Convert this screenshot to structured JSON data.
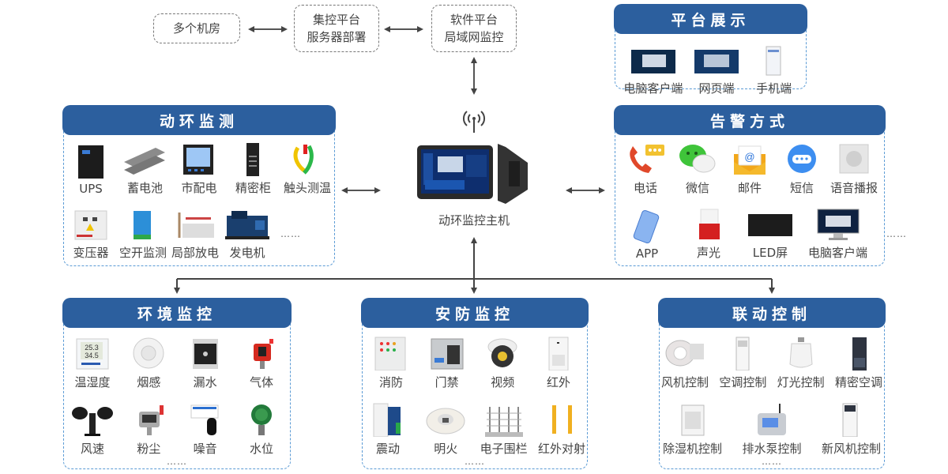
{
  "top_flow": {
    "node1": [
      "多个机房"
    ],
    "node2": [
      "集控平台",
      "服务器部署"
    ],
    "node3": [
      "软件平台",
      "局域网监控"
    ]
  },
  "host": {
    "label": "动环监控主机",
    "icon": "wireless-signal-icon"
  },
  "panels": {
    "platform": {
      "title": "平台展示",
      "items": [
        {
          "label": "电脑客户端",
          "icon": "desktop-dashboard-icon"
        },
        {
          "label": "网页端",
          "icon": "web-dashboard-icon"
        },
        {
          "label": "手机端",
          "icon": "mobile-phone-icon"
        }
      ]
    },
    "dynamic": {
      "title": "动环监测",
      "rows": [
        [
          {
            "label": "UPS",
            "icon": "ups-icon"
          },
          {
            "label": "蓄电池",
            "icon": "battery-icon"
          },
          {
            "label": "市配电",
            "icon": "power-meter-icon"
          },
          {
            "label": "精密柜",
            "icon": "precision-cabinet-icon"
          },
          {
            "label": "触头测温",
            "icon": "contact-temperature-icon"
          }
        ],
        [
          {
            "label": "变压器",
            "icon": "transformer-icon"
          },
          {
            "label": "空开监测",
            "icon": "breaker-module-icon"
          },
          {
            "label": "局部放电",
            "icon": "partial-discharge-icon"
          },
          {
            "label": "发电机",
            "icon": "generator-icon"
          }
        ]
      ],
      "more": "……"
    },
    "alarm": {
      "title": "告警方式",
      "rows": [
        [
          {
            "label": "电话",
            "icon": "phone-icon"
          },
          {
            "label": "微信",
            "icon": "wechat-icon"
          },
          {
            "label": "邮件",
            "icon": "email-icon"
          },
          {
            "label": "短信",
            "icon": "sms-icon"
          },
          {
            "label": "语音播报",
            "icon": "speaker-icon"
          }
        ],
        [
          {
            "label": "APP",
            "icon": "app-phone-icon"
          },
          {
            "label": "声光",
            "icon": "strobe-siren-icon"
          },
          {
            "label": "LED屏",
            "icon": "led-screen-icon"
          },
          {
            "label": "电脑客户端",
            "icon": "desktop-monitor-icon"
          }
        ]
      ],
      "more": "……"
    },
    "environment": {
      "title": "环境监控",
      "rows": [
        [
          {
            "label": "温湿度",
            "icon": "thermo-hygrometer-icon",
            "readout": [
              "25.3",
              "34.5"
            ]
          },
          {
            "label": "烟感",
            "icon": "smoke-detector-icon"
          },
          {
            "label": "漏水",
            "icon": "water-leak-icon"
          },
          {
            "label": "气体",
            "icon": "gas-detector-icon"
          }
        ],
        [
          {
            "label": "风速",
            "icon": "anemometer-icon"
          },
          {
            "label": "粉尘",
            "icon": "dust-sensor-icon"
          },
          {
            "label": "噪音",
            "icon": "noise-sensor-icon"
          },
          {
            "label": "水位",
            "icon": "water-level-icon"
          }
        ]
      ],
      "more": "……"
    },
    "security": {
      "title": "安防监控",
      "rows": [
        [
          {
            "label": "消防",
            "icon": "fire-panel-icon"
          },
          {
            "label": "门禁",
            "icon": "access-keypad-icon"
          },
          {
            "label": "视频",
            "icon": "camera-icon"
          },
          {
            "label": "红外",
            "icon": "pir-sensor-icon"
          }
        ],
        [
          {
            "label": "震动",
            "icon": "vibration-sensor-icon"
          },
          {
            "label": "明火",
            "icon": "flame-detector-icon"
          },
          {
            "label": "电子围栏",
            "icon": "electric-fence-icon"
          },
          {
            "label": "红外对射",
            "icon": "infrared-beam-icon"
          }
        ]
      ],
      "more": "……"
    },
    "linkage": {
      "title": "联动控制",
      "rows": [
        [
          {
            "label": "风机控制",
            "icon": "blower-fan-icon"
          },
          {
            "label": "空调控制",
            "icon": "air-conditioner-icon"
          },
          {
            "label": "灯光控制",
            "icon": "light-bulb-icon"
          },
          {
            "label": "精密空调",
            "icon": "precision-ac-icon"
          }
        ],
        [
          {
            "label": "除湿机控制",
            "icon": "dehumidifier-icon"
          },
          {
            "label": "排水泵控制",
            "icon": "drain-pump-icon"
          },
          {
            "label": "新风机控制",
            "icon": "fresh-air-icon"
          }
        ]
      ],
      "more": "……"
    }
  },
  "colors": {
    "header": "#2c5f9e",
    "panel_border": "#5b9bd5",
    "connector": "#444444"
  }
}
